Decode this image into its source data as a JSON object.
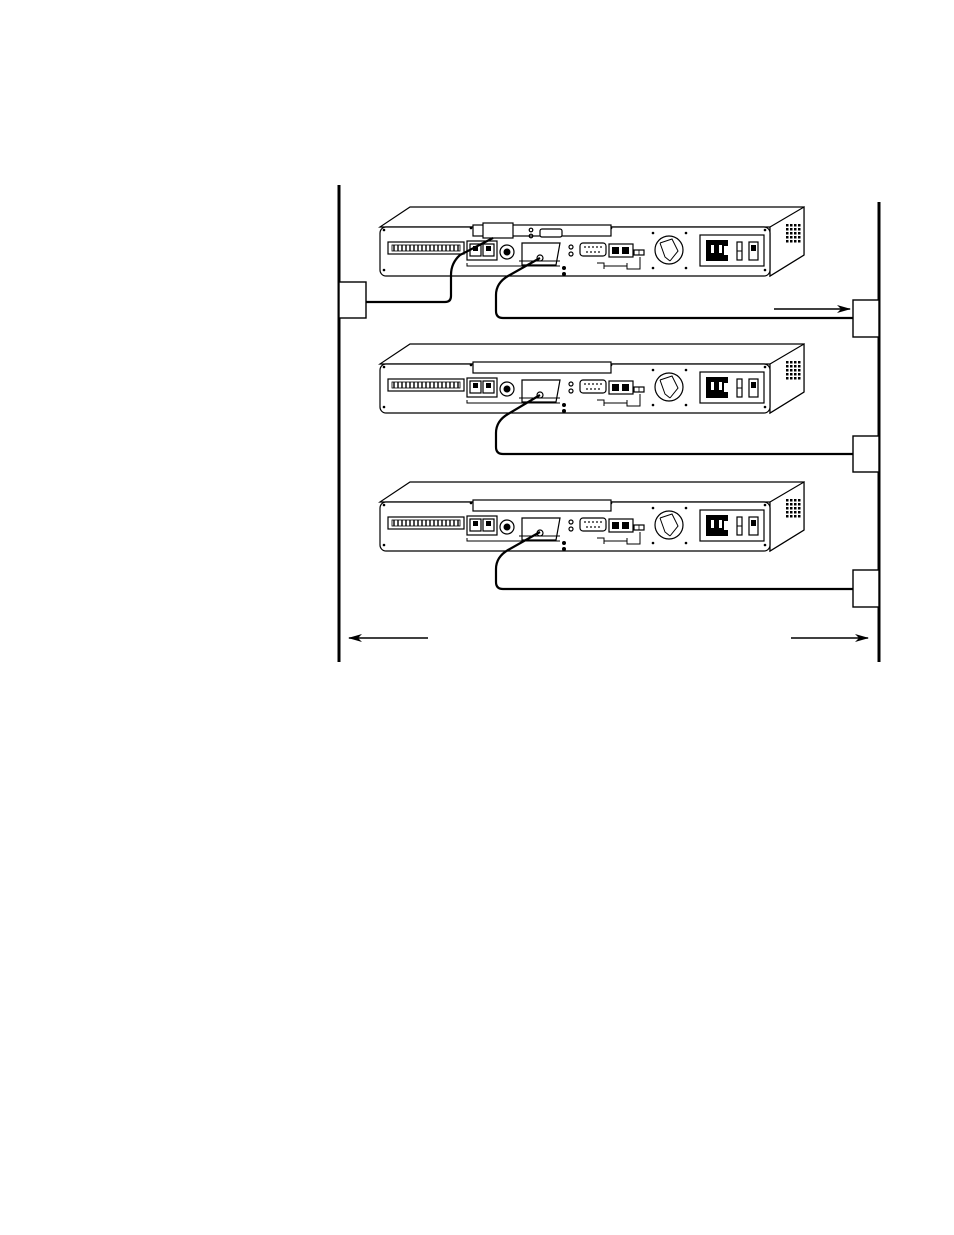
{
  "diagram": {
    "devices": [
      {
        "id": "unit-1",
        "has_upper_card": true
      },
      {
        "id": "unit-2",
        "has_upper_card": false
      },
      {
        "id": "unit-3",
        "has_upper_card": false
      }
    ],
    "left_segment": {
      "taps": 1
    },
    "right_segment": {
      "taps": 3
    },
    "arrows": [
      "flow-right",
      "extend-left",
      "extend-right"
    ],
    "colors": {
      "line": "#000000",
      "fill": "#ffffff"
    }
  }
}
